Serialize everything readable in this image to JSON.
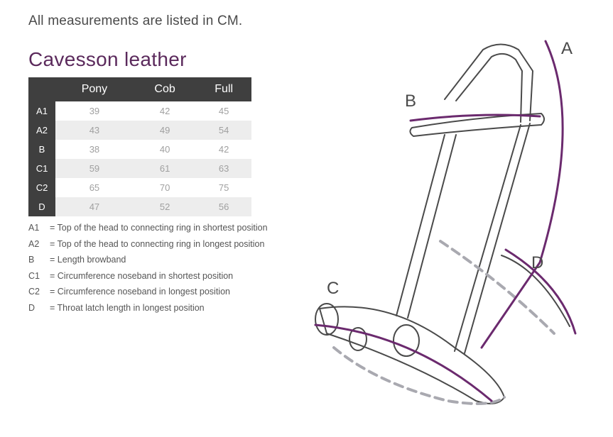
{
  "intro": "All measurements are listed in CM.",
  "title": "Cavesson leather",
  "table": {
    "headers": [
      "",
      "Pony",
      "Cob",
      "Full"
    ],
    "rows": [
      {
        "label": "A1",
        "values": [
          "39",
          "42",
          "45"
        ]
      },
      {
        "label": "A2",
        "values": [
          "43",
          "49",
          "54"
        ]
      },
      {
        "label": "B",
        "values": [
          "38",
          "40",
          "42"
        ]
      },
      {
        "label": "C1",
        "values": [
          "59",
          "61",
          "63"
        ]
      },
      {
        "label": "C2",
        "values": [
          "65",
          "70",
          "75"
        ]
      },
      {
        "label": "D",
        "values": [
          "47",
          "52",
          "56"
        ]
      }
    ]
  },
  "legend": [
    {
      "code": "A1",
      "text": "= Top of the head to connecting ring in shortest position"
    },
    {
      "code": "A2",
      "text": "= Top of the head to connecting ring in longest position"
    },
    {
      "code": "B",
      "text": "= Length browband"
    },
    {
      "code": "C1",
      "text": "= Circumference noseband in shortest position"
    },
    {
      "code": "C2",
      "text": "= Circumference noseband in longest position"
    },
    {
      "code": "D",
      "text": "= Throat latch length in longest position"
    }
  ],
  "diagram_labels": {
    "a": "A",
    "b": "B",
    "c": "C",
    "d": "D"
  },
  "colors": {
    "accent": "#5b2a5c",
    "measure_line": "#6b2a6e",
    "dashed": "#a9a9b0",
    "header_bg": "#3f3f3f"
  }
}
